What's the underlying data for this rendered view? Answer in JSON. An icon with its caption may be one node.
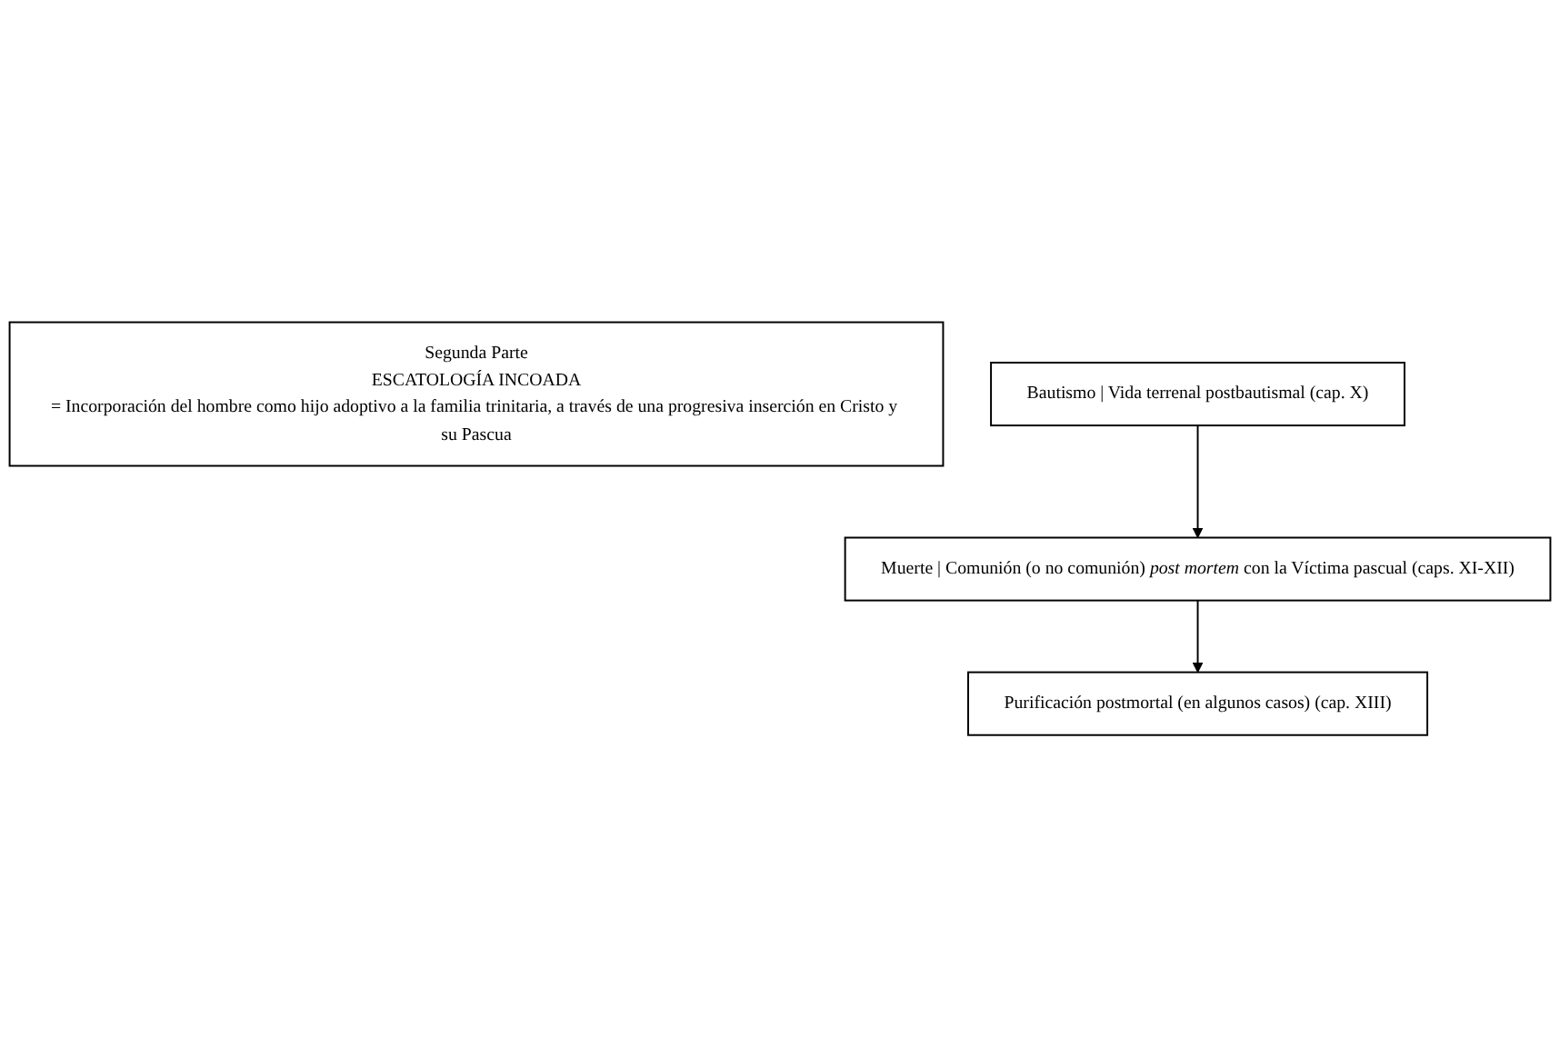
{
  "diagram": {
    "nodes": [
      {
        "text": [
          "Segunda Parte",
          "ESCATOLOGÍA INCOADA",
          "= Incorporación del hombre como hijo adoptivo a la familia trinitaria, a través de una progresiva inserción en Cristo y su Pascua"
        ]
      },
      {
        "text": [
          "Bautismo | Vida terrenal postbautismal (cap. X)"
        ]
      },
      {
        "text": [
          "Muerte | Comunión (o no comunión) *post mortem* con la Víctima pascual (caps. XI-XII)"
        ]
      },
      {
        "text": [
          "Purificación postmortal (en algunos casos) (cap. XIII)"
        ]
      }
    ],
    "edges": [
      {
        "from": 1,
        "to": 2,
        "arrow": "to"
      },
      {
        "from": 2,
        "to": 3,
        "arrow": "to"
      }
    ]
  }
}
